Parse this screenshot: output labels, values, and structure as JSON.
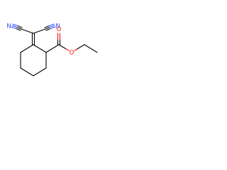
{
  "molecule": {
    "atoms": {
      "nitrogen_left": "N",
      "nitrogen_right": "N",
      "oxygen_carbonyl": "O",
      "oxygen_ester": "O"
    },
    "colors": {
      "bond": "#000000",
      "nitrogen": "#3050F8",
      "oxygen": "#FF0D0D"
    }
  }
}
